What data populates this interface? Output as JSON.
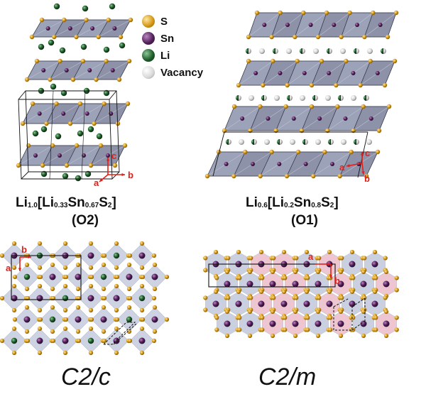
{
  "legend": [
    {
      "symbol": "S",
      "color": "#d69a18"
    },
    {
      "symbol": "Sn",
      "color": "#55205c"
    },
    {
      "symbol": "Li",
      "color": "#1f5e2a"
    },
    {
      "symbol": "Vacancy",
      "color": "#d8d8d8"
    }
  ],
  "left_structure": {
    "formula": {
      "a": "Li",
      "a_sub": "1.0",
      "b": "[Li",
      "b_sub": "0.33",
      "c": "Sn",
      "c_sub": "0.67",
      "d": "S",
      "d_sub": "2",
      "e": "]"
    },
    "stacking": "(O2)",
    "axes": {
      "a": "a",
      "b": "b",
      "c": "c"
    },
    "projection_axes": {
      "a": "a",
      "b": "b"
    },
    "space_group": "C2/c"
  },
  "right_structure": {
    "formula": {
      "a": "Li",
      "a_sub": "0.6",
      "b": "[Li",
      "b_sub": "0.2",
      "c": "Sn",
      "c_sub": "0.8",
      "d": "S",
      "d_sub": "2",
      "e": "]"
    },
    "stacking": "(O1)",
    "axes": {
      "a": "a",
      "b": "b",
      "c": "c"
    },
    "projection_axes": {
      "a": "a",
      "b": "b"
    },
    "space_group": "C2/m"
  },
  "colors": {
    "sulfur": "#d69a18",
    "tin": "#55205c",
    "lithium": "#1f5e2a",
    "vacancy": "#d8d8d8",
    "octahedron": "#7a7f96",
    "octahedron_light": "#b9c1d6",
    "pink_octahedron": "#e9b3c2",
    "axis_red": "#e0201b"
  }
}
